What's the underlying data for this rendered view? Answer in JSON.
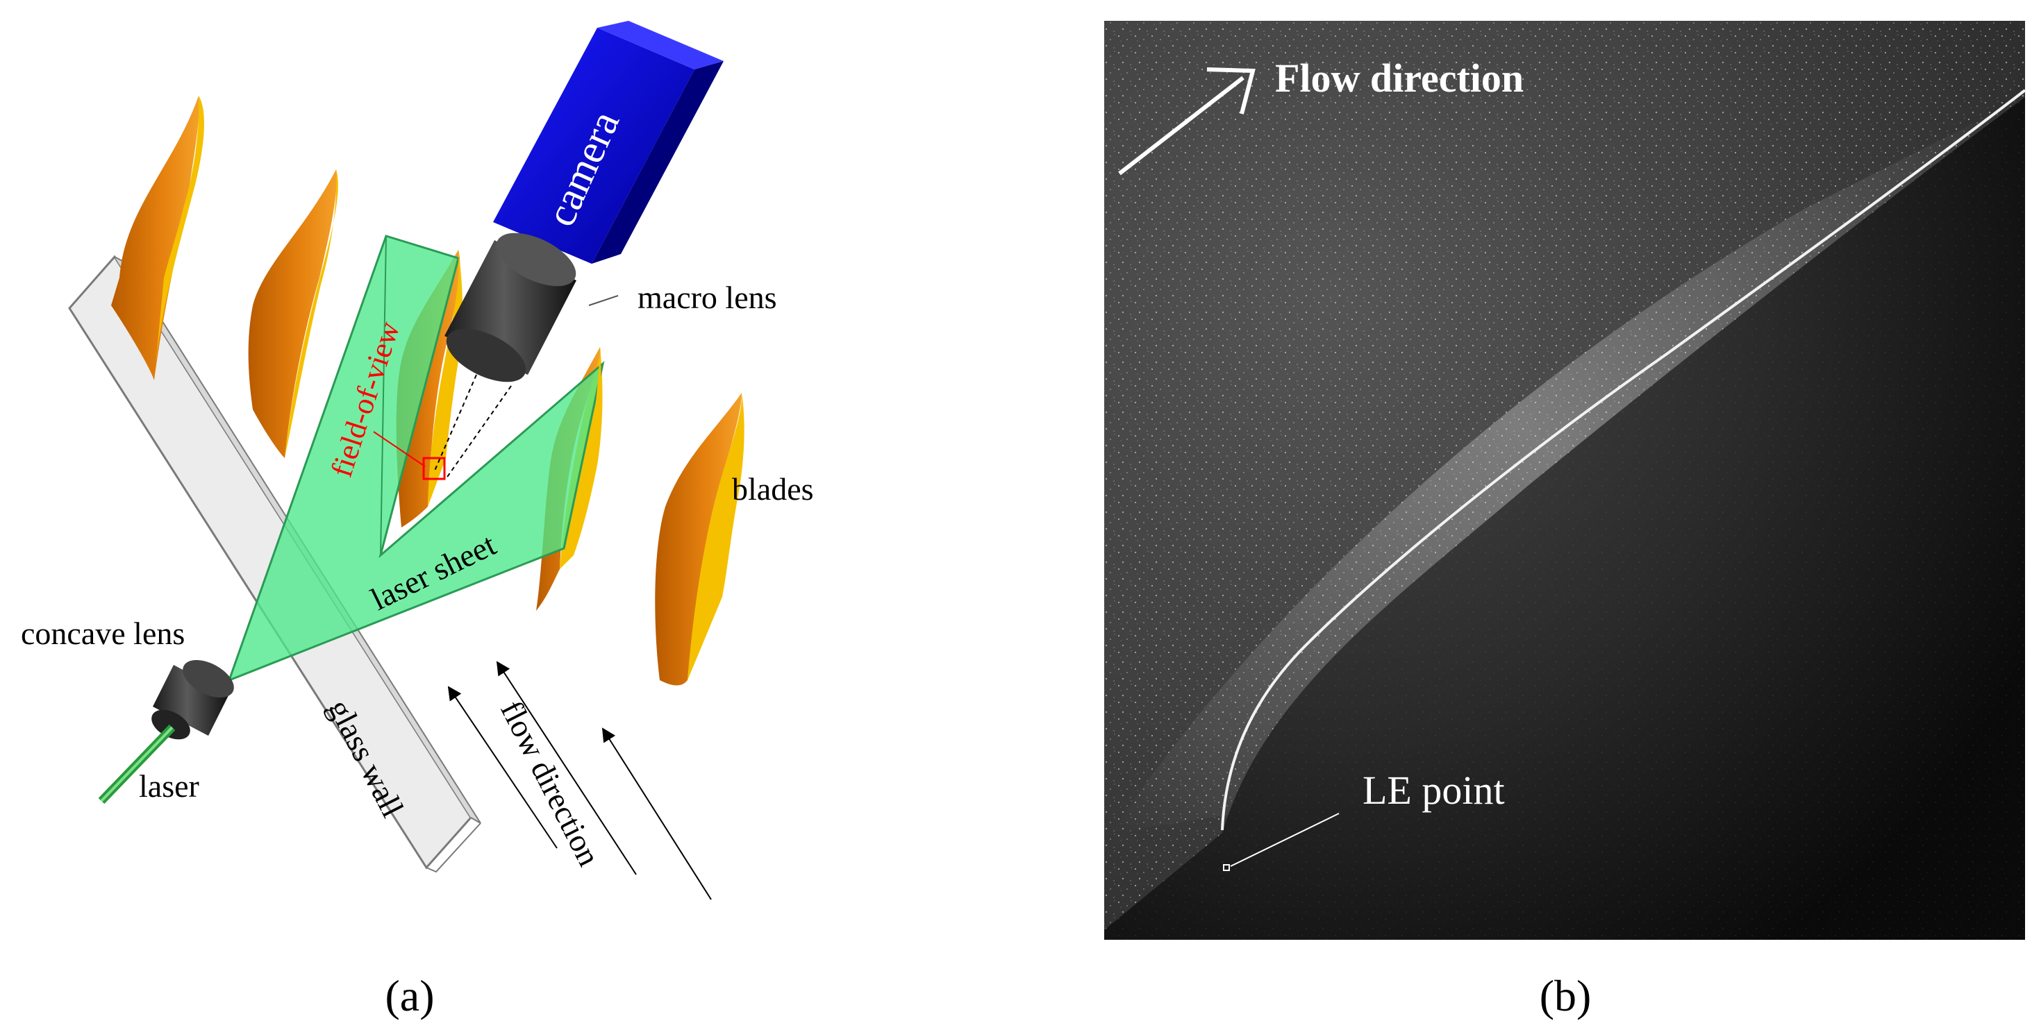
{
  "panel_a": {
    "labels": {
      "camera": "camera",
      "macro_lens": "macro lens",
      "field_of_view": "field-of-view",
      "blades": "blades",
      "laser_sheet": "laser sheet",
      "concave_lens": "concave lens",
      "glass_wall": "glass wall",
      "flow_direction": "flow direction",
      "laser": "laser"
    },
    "caption": "(a)"
  },
  "panel_b": {
    "labels": {
      "flow_direction": "Flow direction",
      "le_point": "LE point"
    },
    "caption": "(b)"
  },
  "colors": {
    "blade_orange": "#e07a10",
    "blade_yellow": "#f4c000",
    "laser_sheet": "#4de88a",
    "camera_blue": "#0a0ac8",
    "lens_dark": "#2a2a2a",
    "glass": "#ececec",
    "field_of_view": "#ff0000",
    "laser_beam": "#2a9a3a"
  }
}
